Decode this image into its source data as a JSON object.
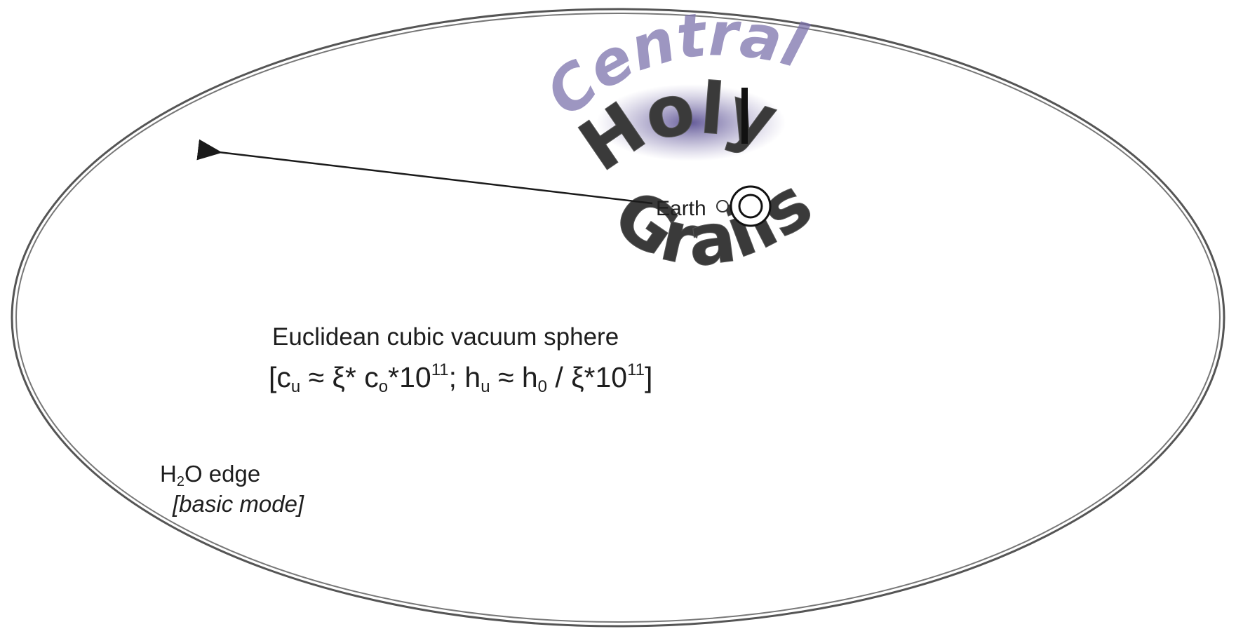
{
  "labels": {
    "earth": "Earth",
    "sphere_title": "Euclidean cubic vacuum sphere",
    "formula": {
      "open": "[c",
      "sub1": "u",
      "approx1": " ≈ ξ* c",
      "sub2": "o",
      "times1": "*10",
      "sup1": "11",
      "sep": "; h",
      "sub3": "u",
      "approx2": " ≈ h",
      "sub4": "0",
      "div": " / ξ*10",
      "sup2": "11",
      "close": "]"
    },
    "edge": {
      "pre": "H",
      "sub": "2",
      "post": "O edge"
    },
    "mode": "[basic mode]"
  },
  "wordart": {
    "central": "Central",
    "holy": "Holy",
    "grails": "Grails"
  },
  "colors": {
    "ellipse_stroke": "#555555",
    "central": "#7d73ad",
    "holy": "#3a3a3a"
  }
}
